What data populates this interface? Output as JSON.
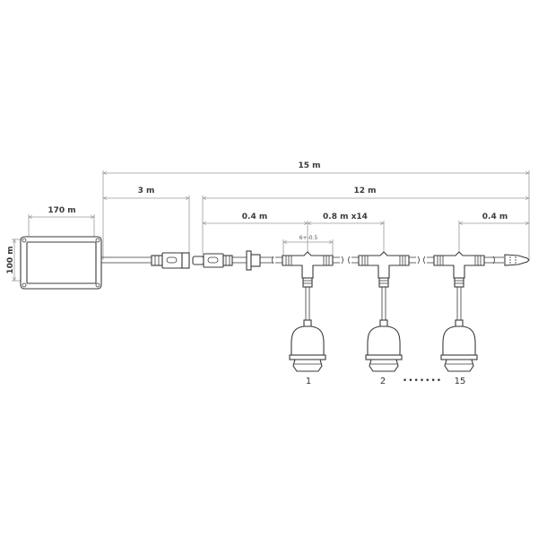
{
  "dimensions": {
    "total_length": "15 m",
    "lead_length": "3 m",
    "string_length": "12 m",
    "controller_width": "170 m",
    "controller_height": "100 m",
    "first_spacing": "0.4 m",
    "socket_spacing": "0.8 m x14",
    "last_spacing": "0.4 m",
    "connector_width": "6+-0.5"
  },
  "sockets": {
    "labels": [
      "1",
      "2",
      "15"
    ],
    "ellipsis": "•••••••"
  },
  "colors": {
    "line": "#3a3a3a",
    "dimension": "#9a9a9a"
  }
}
